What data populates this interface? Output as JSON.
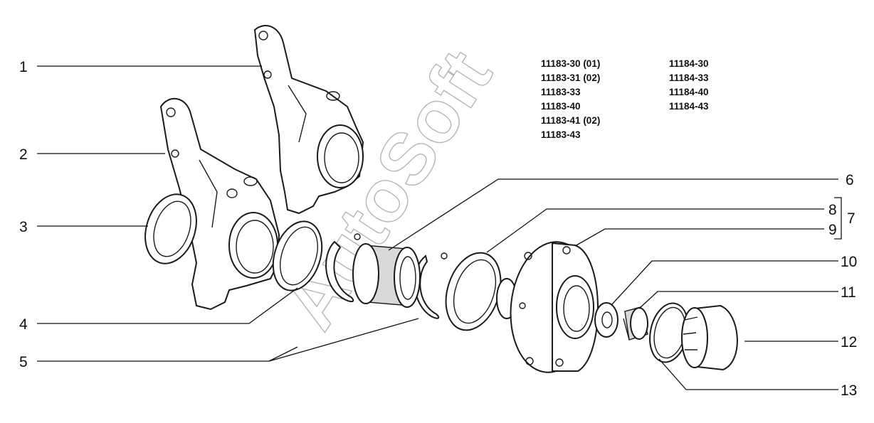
{
  "models": {
    "left": [
      "11183-30 (01)",
      "11183-31 (02)",
      "11183-33",
      "11183-40",
      "11183-41  (02)",
      "11183-43"
    ],
    "right": [
      "11184-30",
      "11184-33",
      "11184-40",
      "11184-43"
    ]
  },
  "callouts": {
    "c1": "1",
    "c2": "2",
    "c3": "3",
    "c4": "4",
    "c5": "5",
    "c6": "6",
    "c7": "7",
    "c8": "8",
    "c9": "9",
    "c10": "10",
    "c11": "11",
    "c12": "12",
    "c13": "13"
  },
  "watermark": "AutoSoft",
  "colors": {
    "line": "#1a1a1a",
    "watermark": "#b5b5b5",
    "background": "#ffffff"
  }
}
